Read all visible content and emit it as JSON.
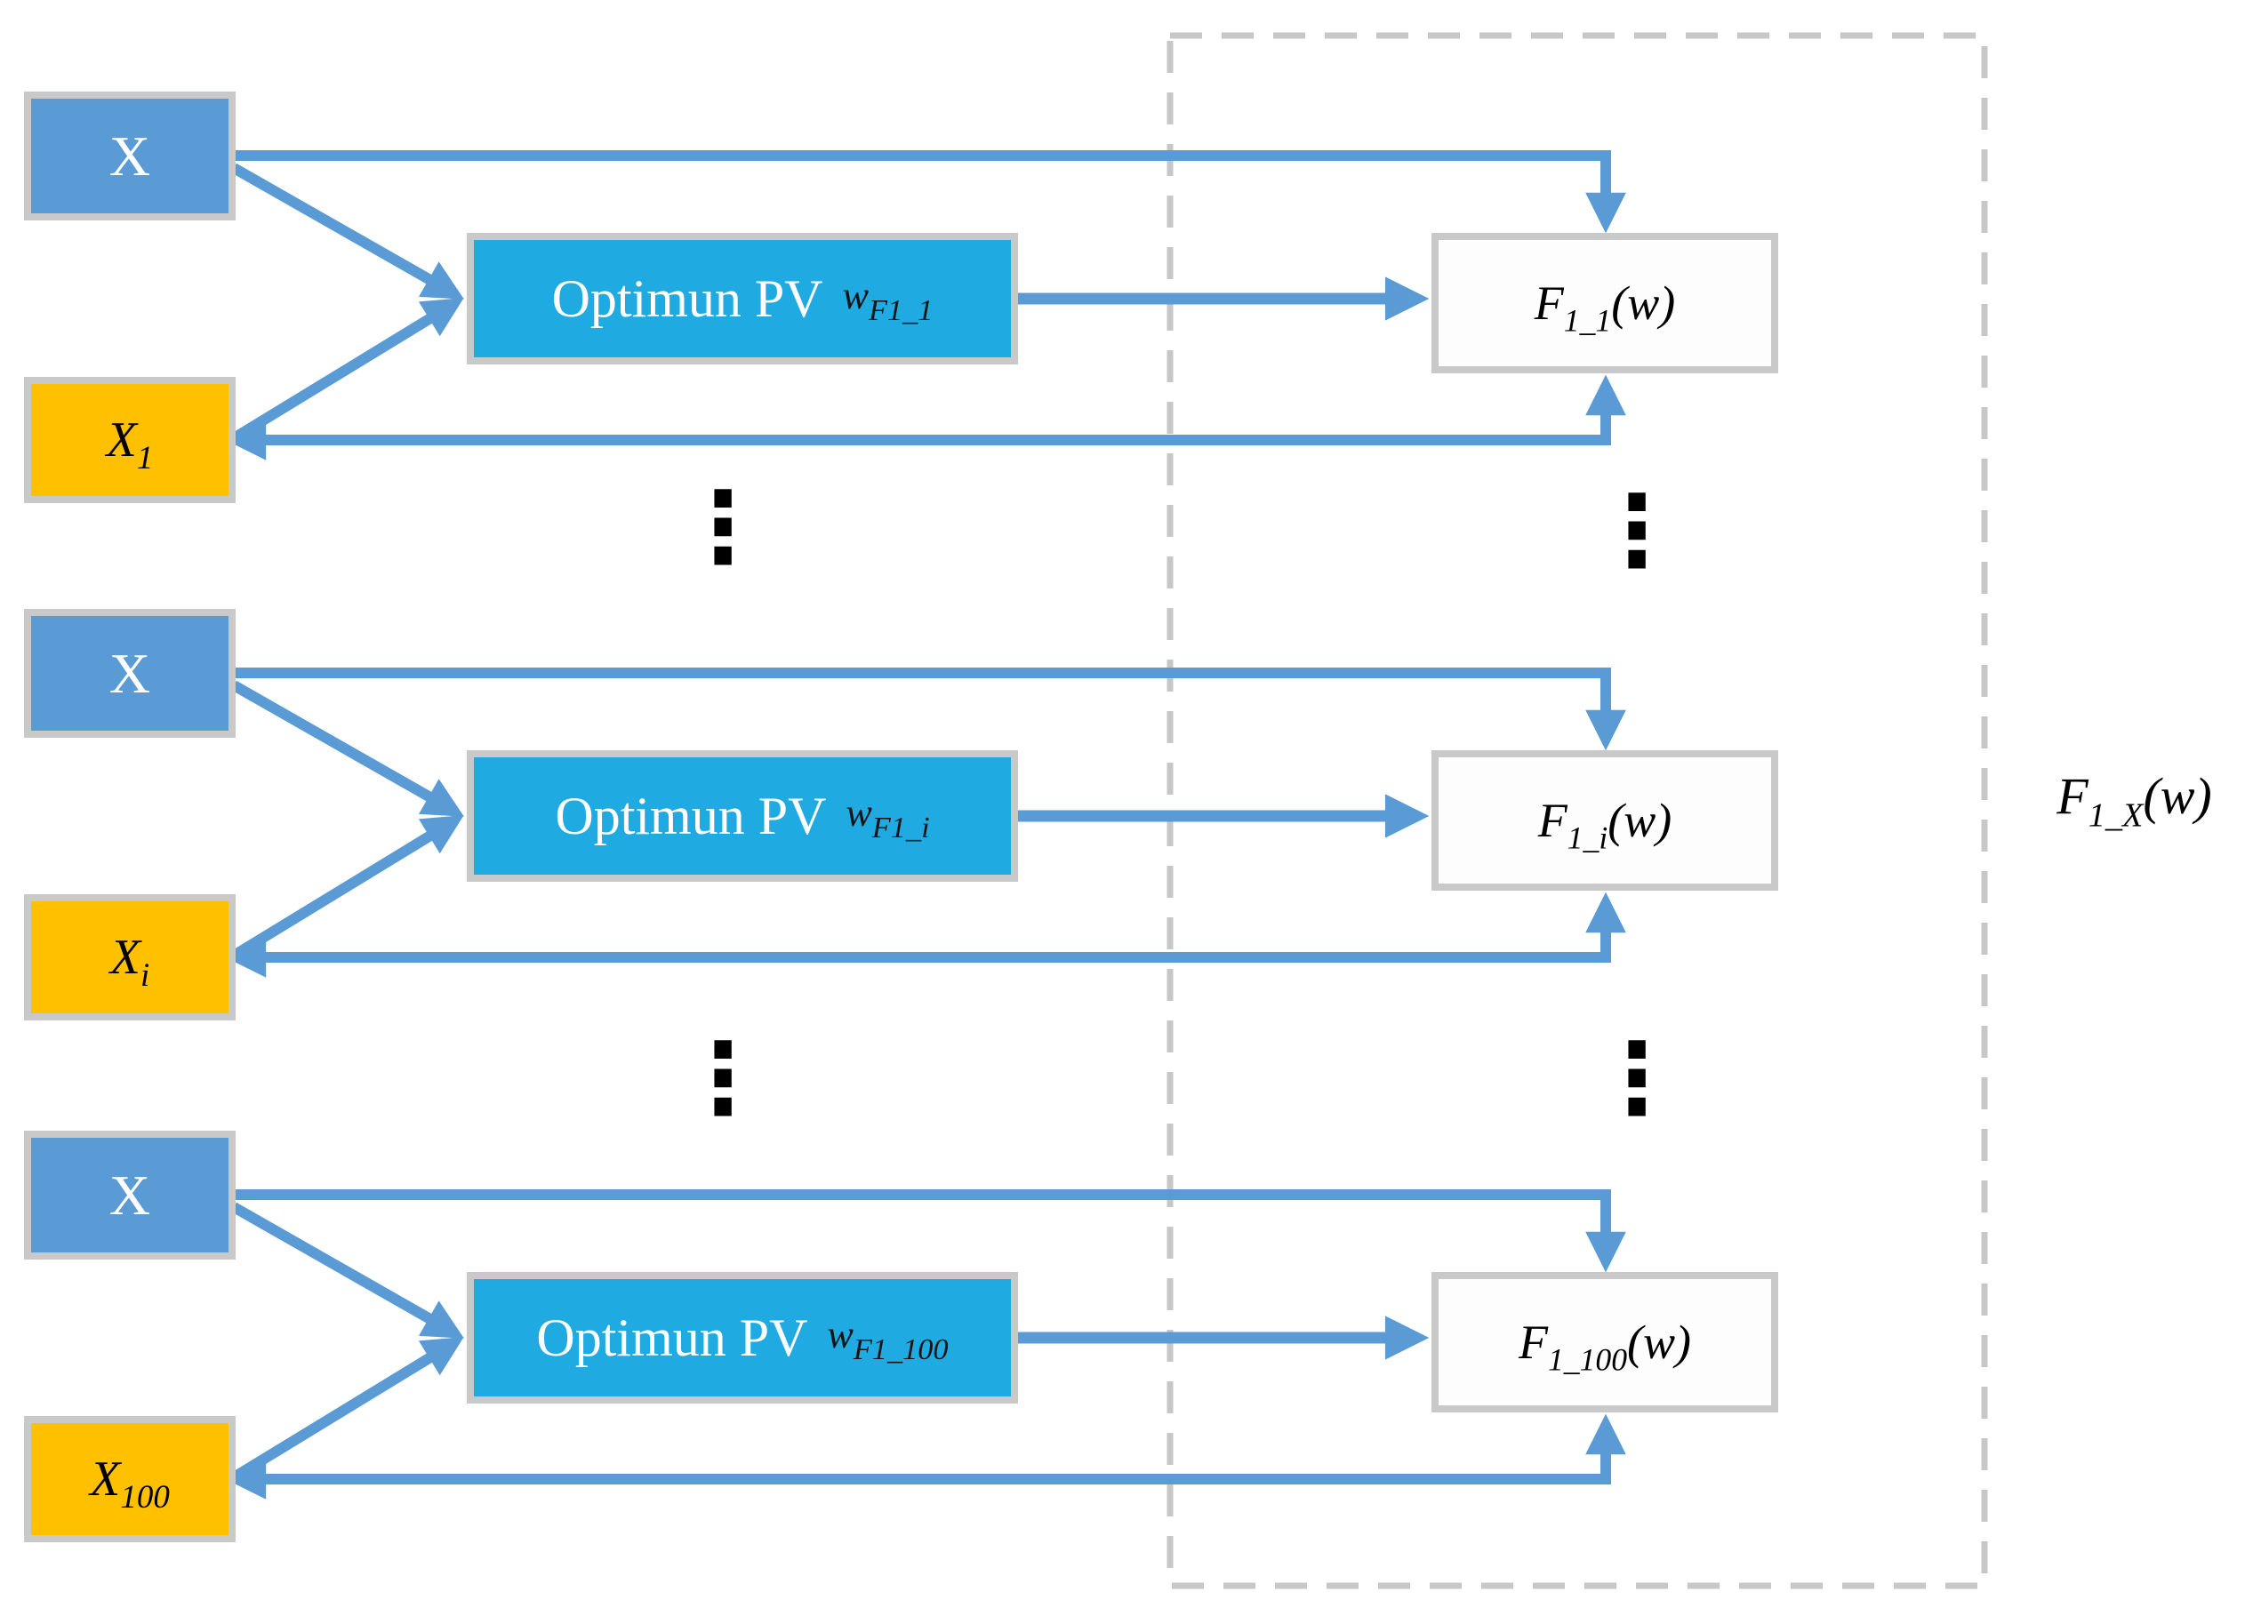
{
  "rows": [
    {
      "x_label": "X",
      "input_label": "X",
      "input_sub": "1",
      "pv_label": "Optimun PV",
      "weight_var": "w",
      "weight_sub": "F1_1",
      "output_var": "F",
      "output_sub": "1_1",
      "output_arg": "(w)"
    },
    {
      "x_label": "X",
      "input_label": "X",
      "input_sub": "i",
      "pv_label": "Optimun PV",
      "weight_var": "w",
      "weight_sub": "F1_i",
      "output_var": "F",
      "output_sub": "1_i",
      "output_arg": "(w)"
    },
    {
      "x_label": "X",
      "input_label": "X",
      "input_sub": "100",
      "pv_label": "Optimun PV",
      "weight_var": "w",
      "weight_sub": "F1_100",
      "output_var": "F",
      "output_sub": "1_100",
      "output_arg": "(w)"
    }
  ],
  "aggregate_label": {
    "var": "F",
    "sub": "1_X",
    "arg": "(w)"
  },
  "ellipsis": "⋮",
  "colors": {
    "input_x_box": "#5b9bd5",
    "input_xi_box": "#ffc000",
    "pv_box": "#1fabe2",
    "output_box": "#fdfdfd",
    "box_border": "#c9c9c9",
    "arrow": "#5b9bd5",
    "dashed_frame": "#c7c7c7",
    "math_text": "#000000",
    "light_text": "#ffffff"
  }
}
